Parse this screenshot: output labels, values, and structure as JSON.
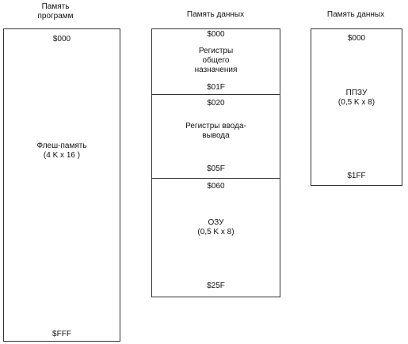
{
  "columns": [
    {
      "heading": "Память\nпрограмм",
      "start_address": "$000",
      "label": "Флеш-память\n(4 K x 16 )",
      "end_address": "$FFF"
    },
    {
      "heading": "Память данных",
      "segments": [
        {
          "start_address": "$000",
          "label": "Регистры\nобщего\nназначения",
          "end_address": "$01F"
        },
        {
          "start_address": "$020",
          "label": "Регистры ввода-\nвывода",
          "end_address": "$05F"
        },
        {
          "start_address": "$060",
          "label": "ОЗУ\n(0,5 K x 8)",
          "end_address": "$25F"
        }
      ]
    },
    {
      "heading": "Память данных",
      "start_address": "$000",
      "label": "ППЗУ\n(0,5 K x 8)",
      "end_address": "$1FF"
    }
  ]
}
